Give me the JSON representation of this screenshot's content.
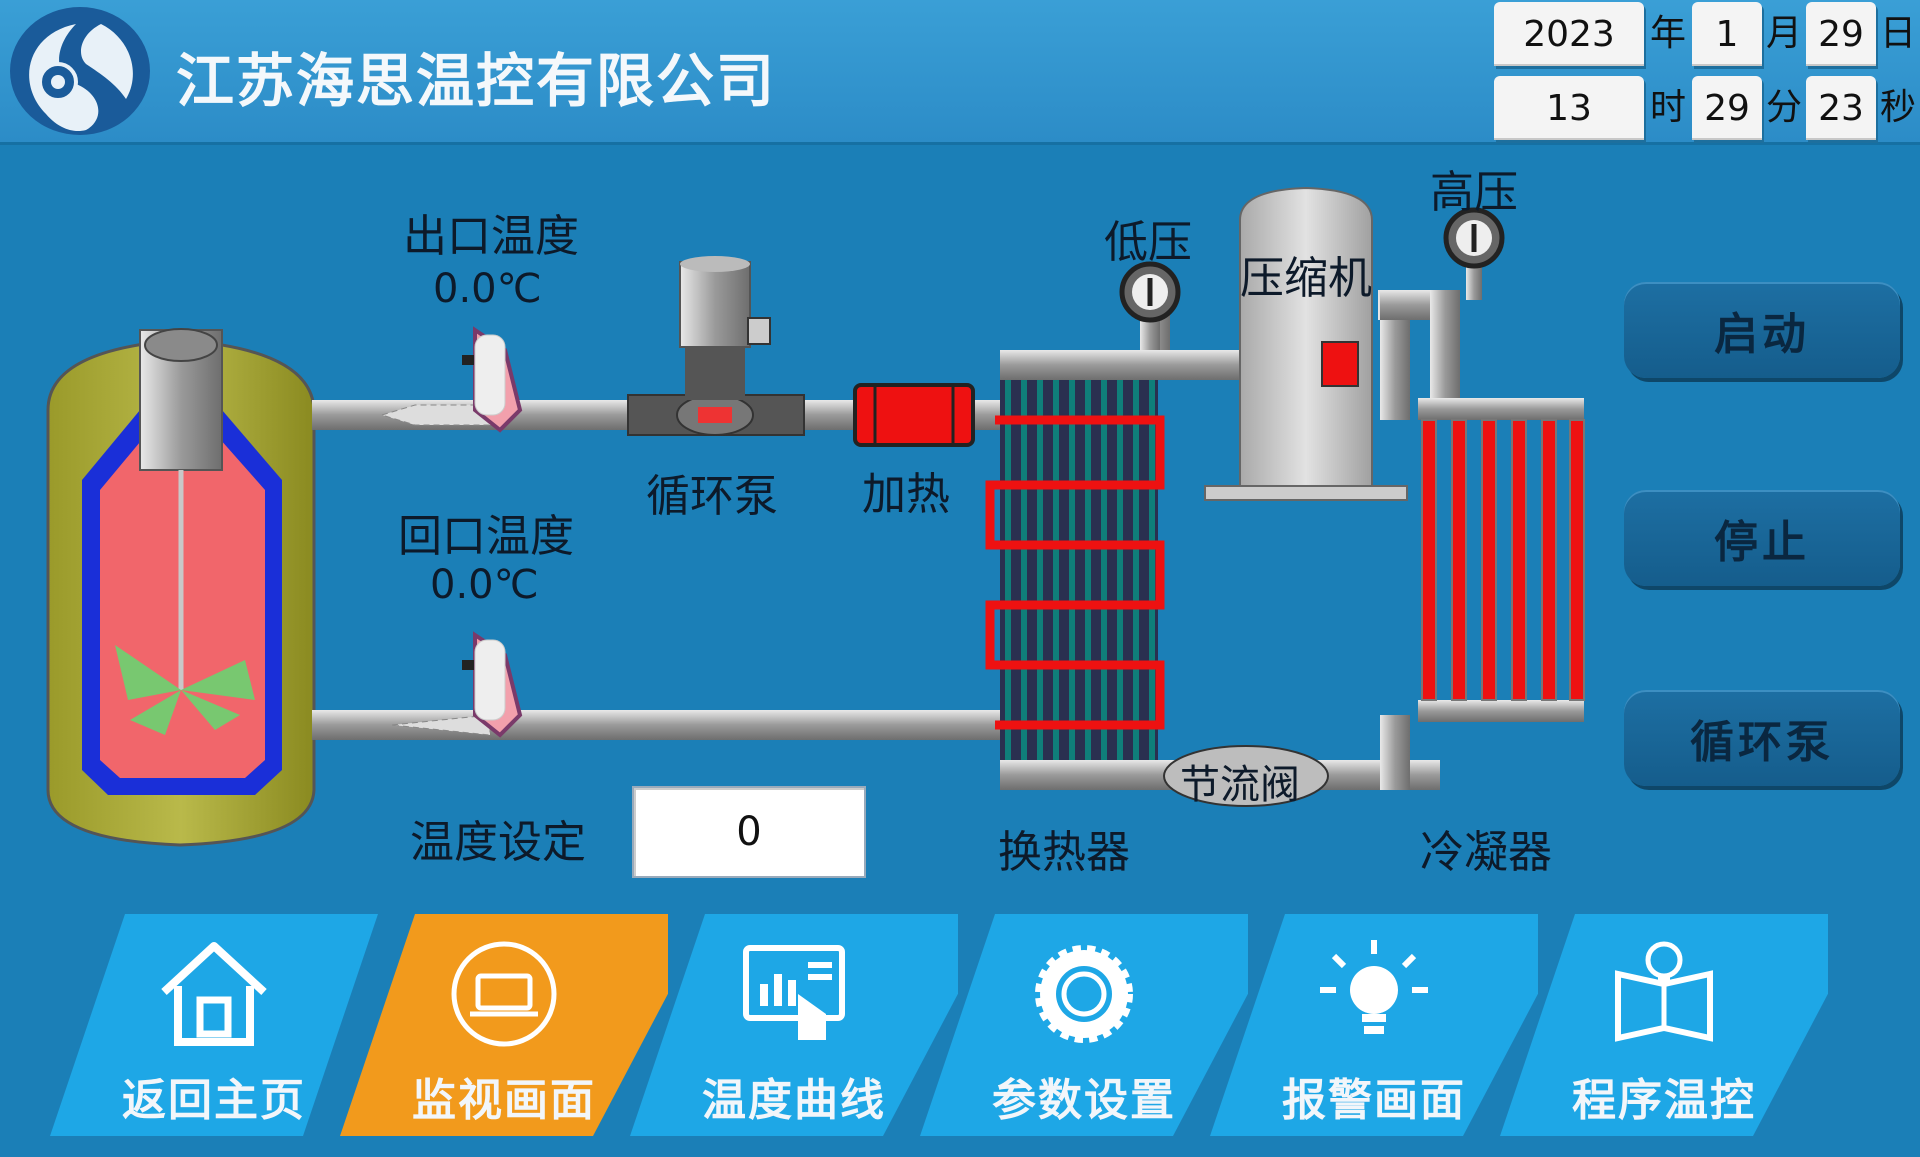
{
  "header": {
    "company": "江苏海思温控有限公司",
    "date": {
      "year": "2023",
      "year_unit": "年",
      "month": "1",
      "month_unit": "月",
      "day": "29",
      "day_unit": "日"
    },
    "time": {
      "hour": "13",
      "hour_unit": "时",
      "minute": "29",
      "minute_unit": "分",
      "second": "23",
      "second_unit": "秒"
    }
  },
  "process": {
    "outlet_temp_label": "出口温度",
    "outlet_temp_value": "0.0℃",
    "return_temp_label": "回口温度",
    "return_temp_value": "0.0℃",
    "pump_label": "循环泵",
    "heater_label": "加热",
    "low_pressure_label": "低压",
    "high_pressure_label": "高压",
    "compressor_label": "压缩机",
    "exchanger_label": "换热器",
    "condenser_label": "冷凝器",
    "throttle_label": "节流阀",
    "setpoint_label": "温度设定",
    "setpoint_value": "0"
  },
  "side_buttons": {
    "start": "启动",
    "stop": "停止",
    "pump": "循环泵"
  },
  "nav": [
    {
      "label": "返回主页",
      "icon": "home-icon"
    },
    {
      "label": "监视画面",
      "icon": "monitor-icon"
    },
    {
      "label": "温度曲线",
      "icon": "chart-icon"
    },
    {
      "label": "参数设置",
      "icon": "gear-icon"
    },
    {
      "label": "报警画面",
      "icon": "bulb-icon"
    },
    {
      "label": "程序温控",
      "icon": "book-icon"
    }
  ],
  "colors": {
    "background": "#1b7fb7",
    "active_tab": "#f29a1c",
    "tab": "#1ea7e6",
    "heater": "#ee1111",
    "tank_liquid": "#f1666b"
  }
}
